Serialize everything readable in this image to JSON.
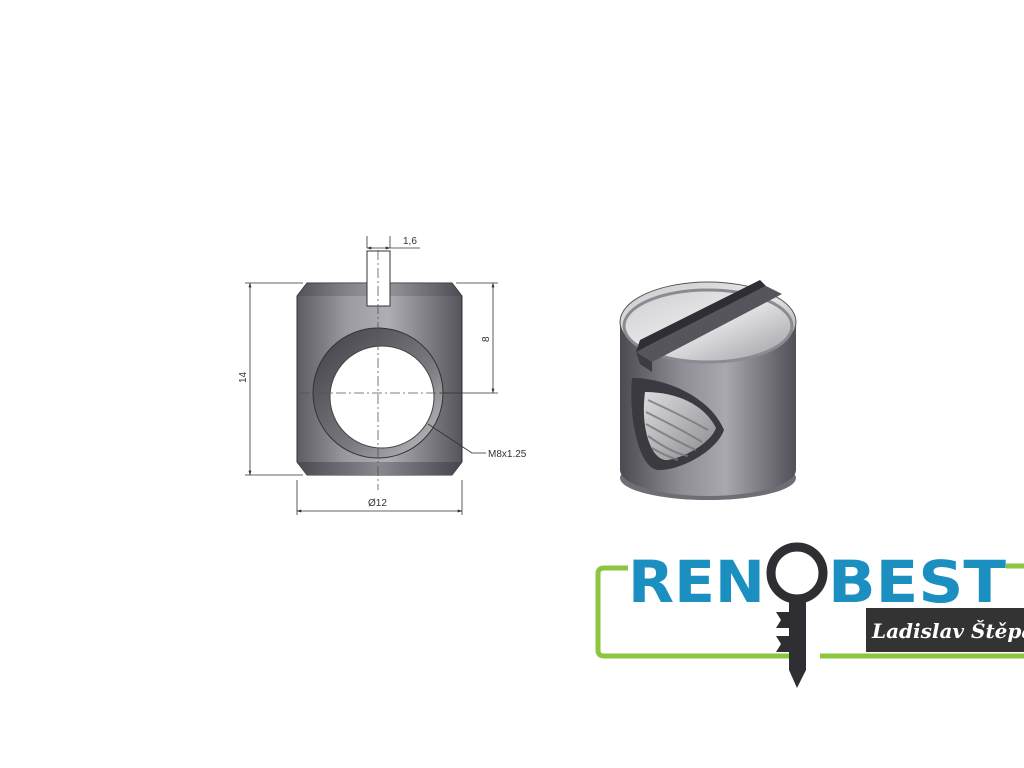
{
  "drawing": {
    "dimensions": {
      "slot_width": "1,6",
      "height": "14",
      "hole_center": "8",
      "diameter": "Ø12",
      "thread": "M8x1.25"
    }
  },
  "logo": {
    "brand_left": "REN",
    "brand_right": "BEST",
    "owner": "Ladislav Štěpán",
    "colors": {
      "blue": "#1a8fc0",
      "green": "#8cc63e",
      "banner": "#333333"
    }
  }
}
